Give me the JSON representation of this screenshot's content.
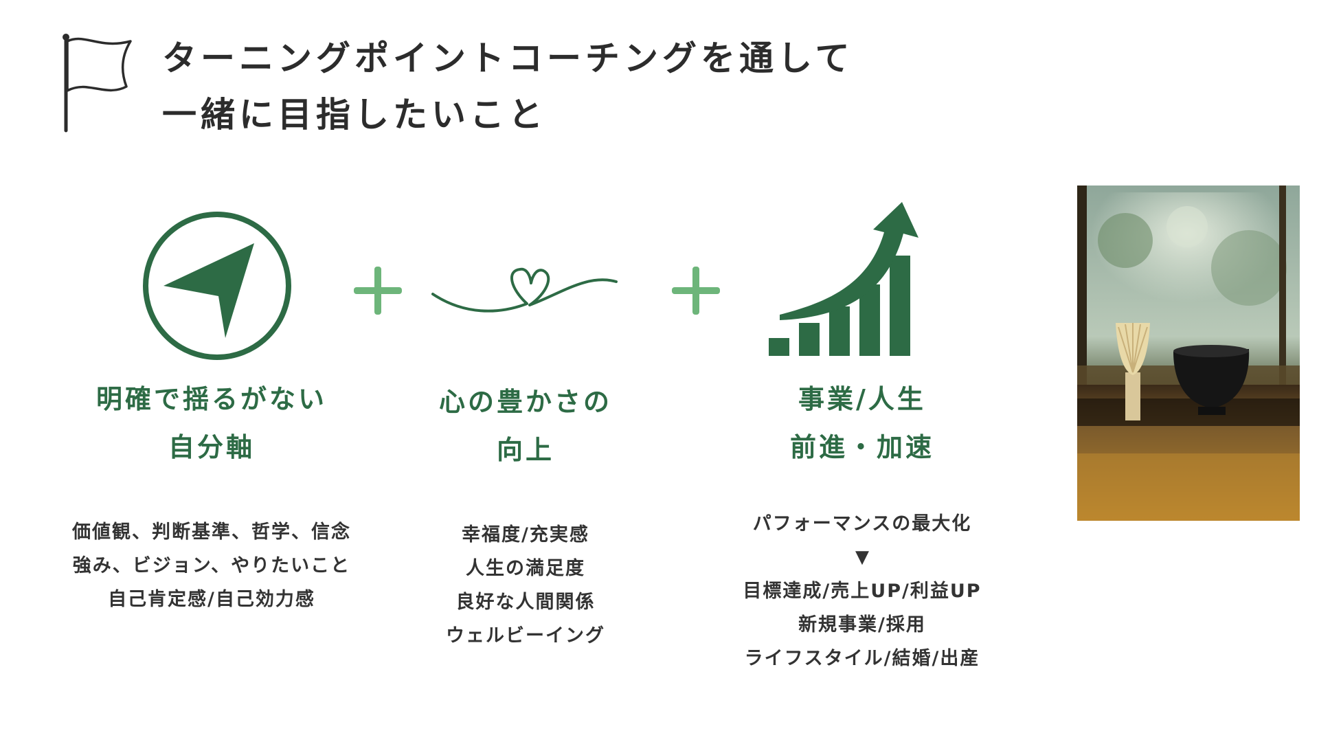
{
  "header": {
    "title_line1": "ターニングポイントコーチングを通して",
    "title_line2": "一緒に目指したいこと"
  },
  "columns": [
    {
      "title_line1": "明確で揺るがない",
      "title_line2": "自分軸",
      "desc": [
        "価値観、判断基準、哲学、信念",
        "強み、ビジョン、やりたいこと",
        "自己肯定感/自己効力感"
      ]
    },
    {
      "title_line1": "心の豊かさの",
      "title_line2": "向上",
      "desc": [
        "幸福度/充実感",
        "人生の満足度",
        "良好な人間関係",
        "ウェルビーイング"
      ]
    },
    {
      "title_line1": "事業/人生",
      "title_line2": "前進・加速",
      "desc_top": "パフォーマンスの最大化",
      "arrow": "▼",
      "desc": [
        "目標達成/売上UP/利益UP",
        "新規事業/採用",
        "ライフスタイル/結婚/出産"
      ]
    }
  ],
  "colors": {
    "primary_green": "#2d6b45",
    "plus_green": "#6db57a",
    "text_dark": "#2c2c2c"
  },
  "icons": [
    "flag-icon",
    "navigation-arrow-icon",
    "heart-line-icon",
    "growth-chart-icon",
    "plus-icon"
  ]
}
